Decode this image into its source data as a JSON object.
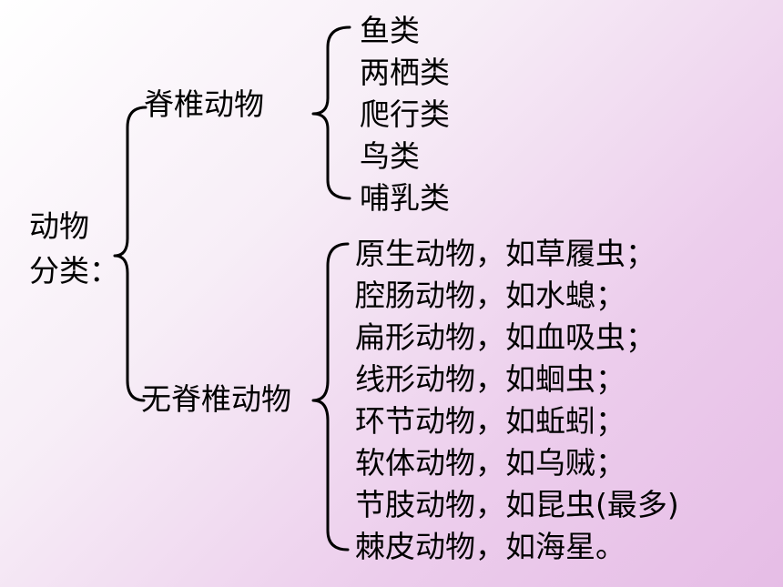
{
  "root": {
    "line1": "动物",
    "line2": "分类："
  },
  "vertebrates": {
    "label": "脊椎动物",
    "items": [
      "鱼类",
      "两栖类",
      "爬行类",
      "鸟类",
      "哺乳类"
    ]
  },
  "invertebrates": {
    "label": "无脊椎动物",
    "items": [
      "原生动物，如草履虫；",
      "腔肠动物，如水螅；",
      "扁形动物，如血吸虫；",
      "线形动物，如蛔虫；",
      "环节动物，如蚯蚓；",
      "软体动物，如乌贼；",
      "节肢动物，如昆虫(最多)",
      "棘皮动物，如海星。"
    ]
  },
  "colors": {
    "background_start": "#ffffff",
    "background_end": "#e6bde6",
    "text": "#000000"
  }
}
